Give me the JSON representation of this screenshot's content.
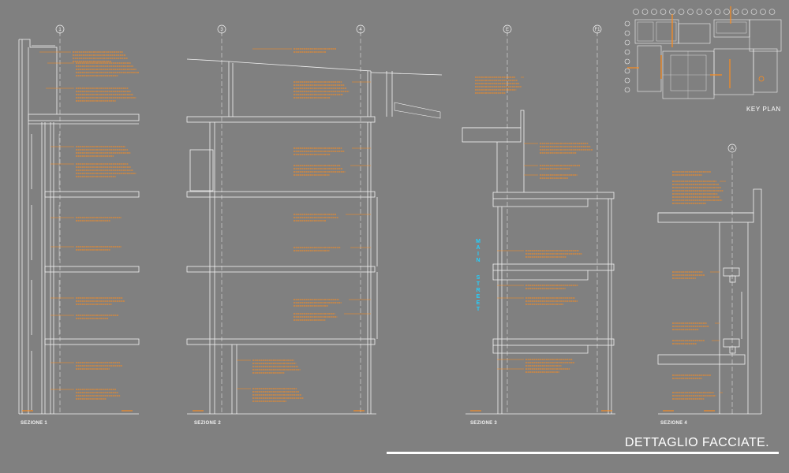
{
  "title": "DETTAGLIO FACCIATE.",
  "key_plan_label": "KEY PLAN",
  "street_label": {
    "word1": [
      "M",
      "A",
      "I",
      "N"
    ],
    "word2": [
      "S",
      "T",
      "R",
      "E",
      "E",
      "T"
    ]
  },
  "grid_markers": [
    "1",
    "3",
    "4",
    "E",
    "F1",
    "A"
  ],
  "sections": [
    "SEZIONE 1",
    "SEZIONE 2",
    "SEZIONE 3",
    "SEZIONE 4"
  ],
  "colors": {
    "background": "#808080",
    "linework": "#f2f2f2",
    "annotation": "#ff8c1a",
    "street_text": "#22d0ff",
    "title": "#ffffff"
  }
}
